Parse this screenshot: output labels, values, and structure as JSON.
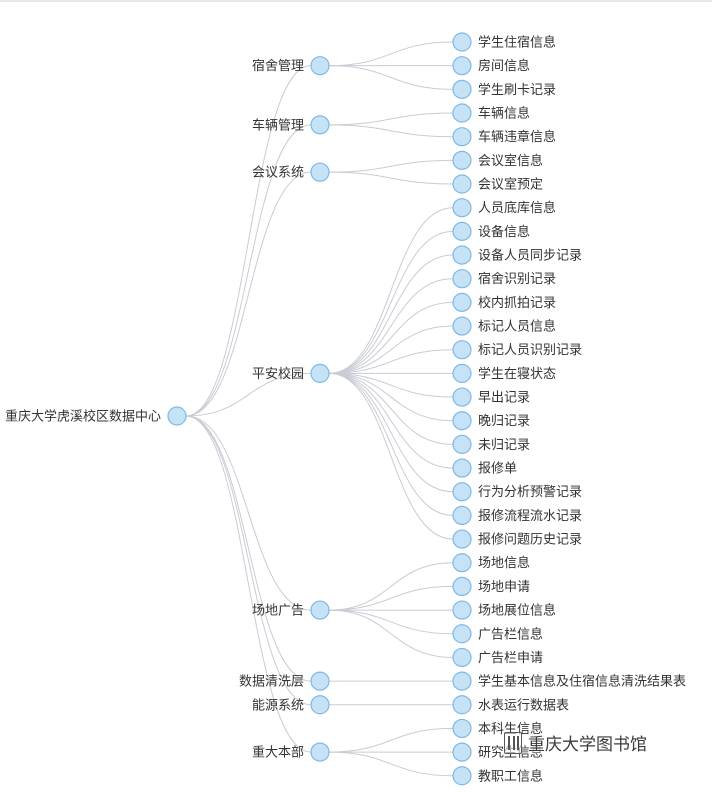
{
  "tree": {
    "root": "重庆大学虎溪校区数据中心",
    "branches": [
      {
        "label": "宿舍管理",
        "children": [
          "学生住宿信息",
          "房间信息",
          "学生刷卡记录"
        ]
      },
      {
        "label": "车辆管理",
        "children": [
          "车辆信息",
          "车辆违章信息"
        ]
      },
      {
        "label": "会议系统",
        "children": [
          "会议室信息",
          "会议室预定"
        ]
      },
      {
        "label": "平安校园",
        "children": [
          "人员底库信息",
          "设备信息",
          "设备人员同步记录",
          "宿舍识别记录",
          "校内抓拍记录",
          "标记人员信息",
          "标记人员识别记录",
          "学生在寝状态",
          "早出记录",
          "晚归记录",
          "未归记录",
          "报修单",
          "行为分析预警记录",
          "报修流程流水记录",
          "报修问题历史记录"
        ]
      },
      {
        "label": "场地广告",
        "children": [
          "场地信息",
          "场地申请",
          "场地展位信息",
          "广告栏信息",
          "广告栏申请"
        ]
      },
      {
        "label": "数据清洗层",
        "children": [
          "学生基本信息及住宿信息清洗结果表"
        ]
      },
      {
        "label": "能源系统",
        "children": [
          "水表运行数据表"
        ]
      },
      {
        "label": "重大本部",
        "children": [
          "本科生信息",
          "研究生信息",
          "教职工信息"
        ]
      }
    ]
  },
  "watermark": {
    "text": "重庆大学图书馆",
    "logo_icon": "library-logo-icon"
  },
  "colors": {
    "node_fill": "#c6e2f7",
    "node_stroke": "#7fb8e6",
    "link": "#c9ccd4",
    "text": "#333333"
  }
}
